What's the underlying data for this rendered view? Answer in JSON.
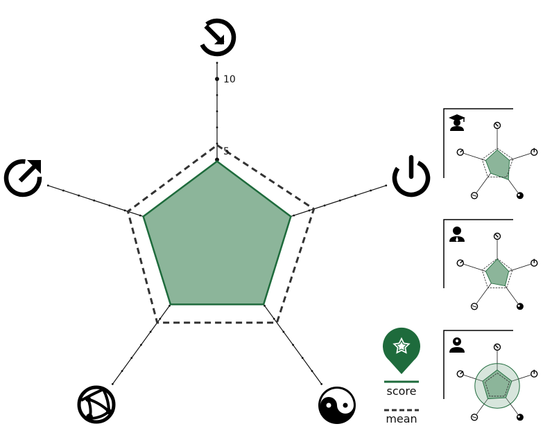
{
  "colors": {
    "accent": "#1e6b3c",
    "fill": "#8cb59a",
    "mean": "#333333",
    "axis": "#111111"
  },
  "axis_icons": [
    "timer-icon",
    "power-icon",
    "yin-yang-icon",
    "network-ball-icon",
    "export-icon"
  ],
  "chart_data": [
    {
      "type": "radar",
      "role": "main",
      "axes": [
        "timer",
        "power",
        "yin-yang",
        "network",
        "export"
      ],
      "rmax": 10,
      "tick_labels": [
        "5",
        "10"
      ],
      "series": [
        {
          "values": [
            4.9,
            4.8,
            4.9,
            4.9,
            4.8
          ]
        },
        {
          "values": [
            5.9,
            6.3,
            6.3,
            6.3,
            5.8
          ]
        }
      ]
    },
    {
      "type": "radar",
      "role": "small-multiple",
      "group_icon": "graduate-user-icon",
      "axes": [
        "timer",
        "power",
        "yin-yang",
        "network",
        "export"
      ],
      "rmax": 10,
      "series": [
        {
          "values": [
            4.5,
            4.0,
            6.0,
            3.5,
            3.8
          ]
        },
        {
          "values": [
            5.0,
            5.2,
            5.0,
            5.0,
            5.0
          ]
        }
      ]
    },
    {
      "type": "radar",
      "role": "small-multiple",
      "group_icon": "business-user-icon",
      "axes": [
        "timer",
        "power",
        "yin-yang",
        "network",
        "export"
      ],
      "rmax": 10,
      "series": [
        {
          "values": [
            5.0,
            3.8,
            4.2,
            3.2,
            3.8
          ]
        },
        {
          "values": [
            5.2,
            5.0,
            5.0,
            5.0,
            5.0
          ]
        }
      ]
    },
    {
      "type": "radar",
      "role": "small-multiple",
      "group_icon": "idea-user-icon",
      "axes": [
        "timer",
        "power",
        "yin-yang",
        "network",
        "export"
      ],
      "rmax": 10,
      "series": [
        {
          "values": [
            5.0,
            4.8,
            4.6,
            5.0,
            4.8
          ]
        },
        {
          "values": [
            4.0,
            4.0,
            4.0,
            4.0,
            4.0
          ]
        }
      ],
      "circle_value": 7.0
    }
  ],
  "legend": {
    "badge_icon": "star-map-pin-icon",
    "score_label": "score",
    "mean_label": "mean"
  }
}
